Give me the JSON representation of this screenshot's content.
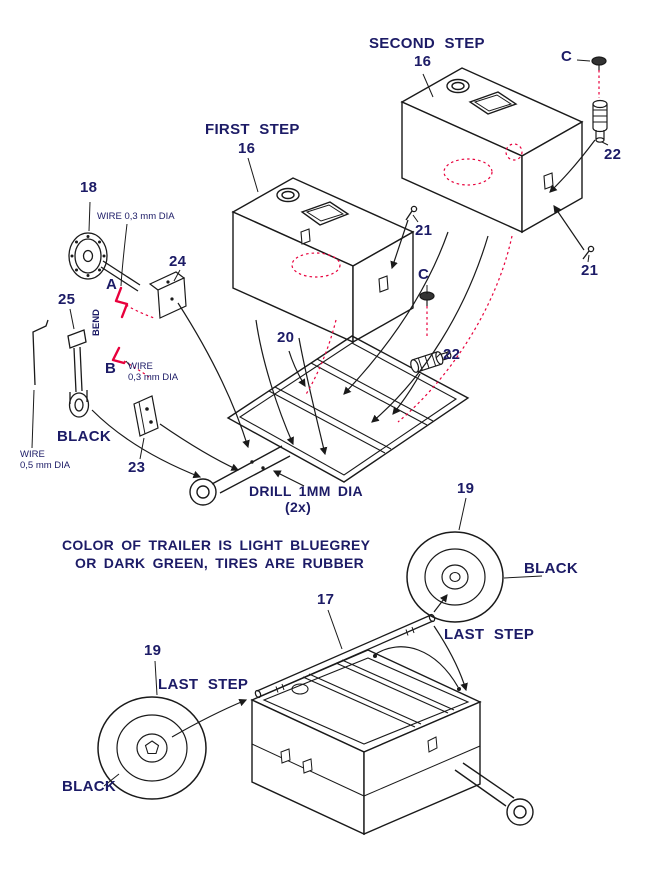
{
  "colors": {
    "label_navy": "#1c1b66",
    "line_black": "#1a1a1a",
    "accent_red": "#e8003c",
    "background": "#ffffff"
  },
  "steps": {
    "second": "SECOND STEP",
    "first": "FIRST STEP",
    "last_right": "LAST STEP",
    "last_left": "LAST STEP"
  },
  "parts": {
    "p16_second": "16",
    "p16_first": "16",
    "p17": "17",
    "p18": "18",
    "p19_right": "19",
    "p19_left": "19",
    "p20": "20",
    "p21_top": "21",
    "p21_right": "21",
    "p22_top": "22",
    "p22_mid": "22",
    "p23": "23",
    "p24": "24",
    "p25": "25"
  },
  "letters": {
    "c_top": "C",
    "c_mid": "C",
    "a": "A",
    "b": "B"
  },
  "annotations": {
    "bend": "BEND",
    "wire_03_top": "WIRE 0,3 mm DIA",
    "wire_03_b_line1": "WIRE",
    "wire_03_b_line2": "0,3 mm DIA",
    "wire_05_line1": "WIRE",
    "wire_05_line2": "0,5 mm DIA",
    "black_jockey": "BLACK",
    "black_wheel_right": "BLACK",
    "black_wheel_left": "BLACK",
    "drill_line1": "DRILL 1MM DIA",
    "drill_line2": "(2x)",
    "color_note_line1": "COLOR OF TRAILER IS LIGHT BLUEGREY",
    "color_note_line2": "OR DARK GREEN, TIRES ARE RUBBER"
  }
}
